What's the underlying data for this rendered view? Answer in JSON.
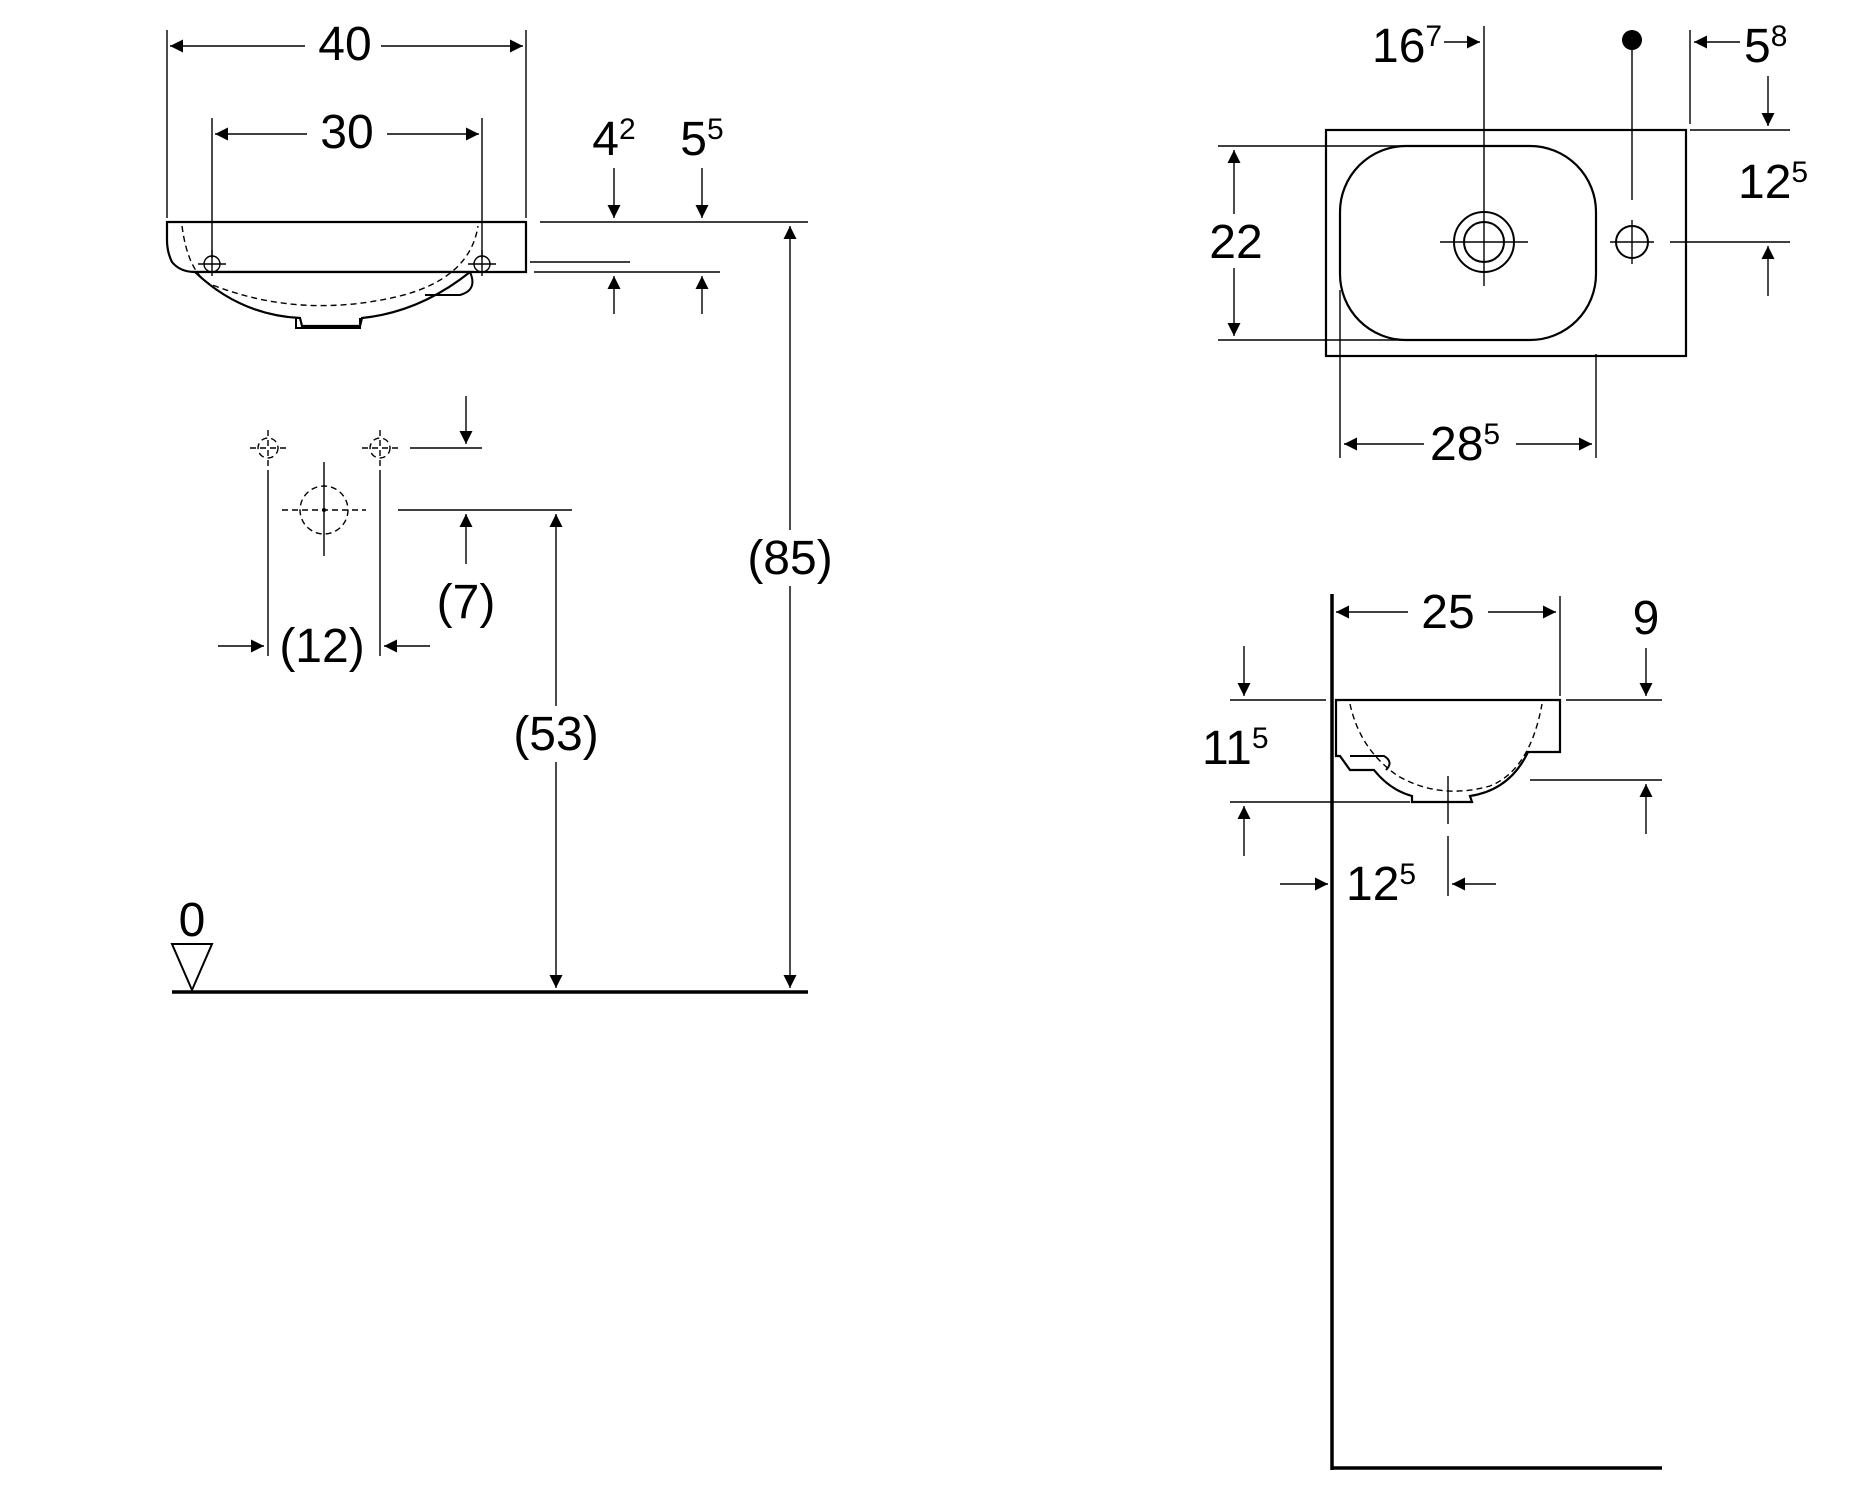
{
  "dimensions": {
    "front_width_outer": "40",
    "front_width_holes": "30",
    "front_rim_4": {
      "base": "4",
      "sup": "2"
    },
    "front_rim_5": {
      "base": "5",
      "sup": "5"
    },
    "front_total_height": "(85)",
    "drain_height": "(53)",
    "drain_offset": "(7)",
    "hole_spacing": "(12)",
    "floor_level": "0",
    "top_tap_offset": {
      "base": "16",
      "sup": "7"
    },
    "top_edge_offset": {
      "base": "5",
      "sup": "8"
    },
    "top_side_offset": {
      "base": "12",
      "sup": "5"
    },
    "top_depth": "22",
    "top_bowl_width": {
      "base": "28",
      "sup": "5"
    },
    "side_depth": "25",
    "side_rim": "9",
    "side_height": {
      "base": "11",
      "sup": "5"
    },
    "side_drain_offset": {
      "base": "12",
      "sup": "5"
    }
  }
}
